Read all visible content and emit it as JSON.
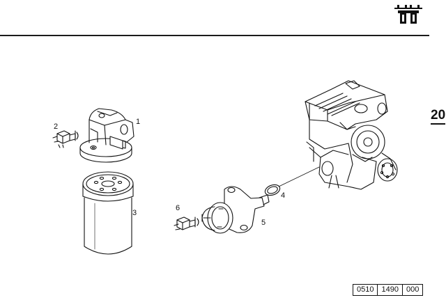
{
  "header": {
    "section_number": "20",
    "logo_icon": "manufacturer-logo-icon"
  },
  "callouts": [
    {
      "id": "1",
      "label": "1"
    },
    {
      "id": "2",
      "label": "2"
    },
    {
      "id": "3",
      "label": "3"
    },
    {
      "id": "4",
      "label": "4"
    },
    {
      "id": "5",
      "label": "5"
    },
    {
      "id": "6",
      "label": "6"
    }
  ],
  "part_code": {
    "segments": [
      "0510",
      "1490",
      "000"
    ]
  }
}
